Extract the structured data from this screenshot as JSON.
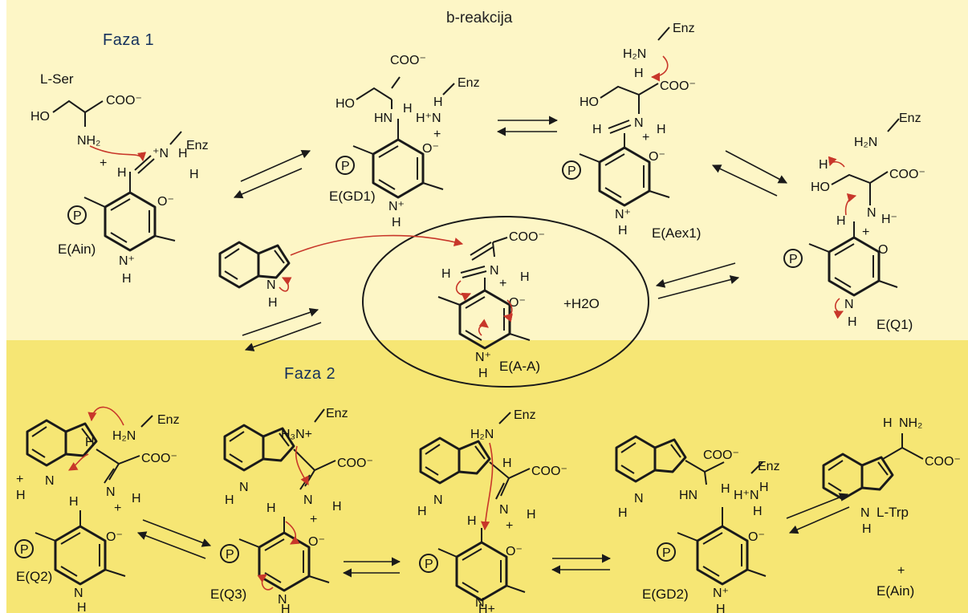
{
  "diagram": {
    "title": "b-reakcija",
    "phases": [
      "Faza 1",
      "Faza 2"
    ],
    "colors": {
      "phase1_background": "#fdf6c6",
      "phase2_background": "#f6e674",
      "arrow_red": "#c8372a",
      "phase_label": "#14305c"
    },
    "substrates": {
      "serine": "L-Ser",
      "plus": "+",
      "water": "+H2O",
      "product": "L-Trp",
      "product_plus": "+",
      "regenerated": "E(Ain)"
    },
    "intermediates": [
      {
        "id": "ain",
        "label": "E(Ain)"
      },
      {
        "id": "gd1",
        "label": "E(GD1)"
      },
      {
        "id": "aex1",
        "label": "E(Aex1)"
      },
      {
        "id": "q1",
        "label": "E(Q1)"
      },
      {
        "id": "aa",
        "label": "E(A-A)"
      },
      {
        "id": "q2",
        "label": "E(Q2)"
      },
      {
        "id": "q3",
        "label": "E(Q3)"
      },
      {
        "id": "ext",
        "label": ""
      },
      {
        "id": "gd2",
        "label": "E(GD2)"
      }
    ],
    "atoms": {
      "coo": "COO⁻",
      "enz": "Enz",
      "h2n": "H₂N",
      "nh2": "NH₂",
      "ho": "HO",
      "hn": "HN",
      "h": "H",
      "o_minus": "O⁻",
      "o": "O",
      "n": "N",
      "nplus": "N⁺",
      "phosphate": "P",
      "h3n": "H₃N+",
      "hplus": "H+",
      "hplus_sup": "H⁺",
      "hminus": "H⁻",
      "plus_sign": "+",
      "nh_plus_h": "⁺N",
      "h_plus_n": "H⁺N"
    }
  }
}
